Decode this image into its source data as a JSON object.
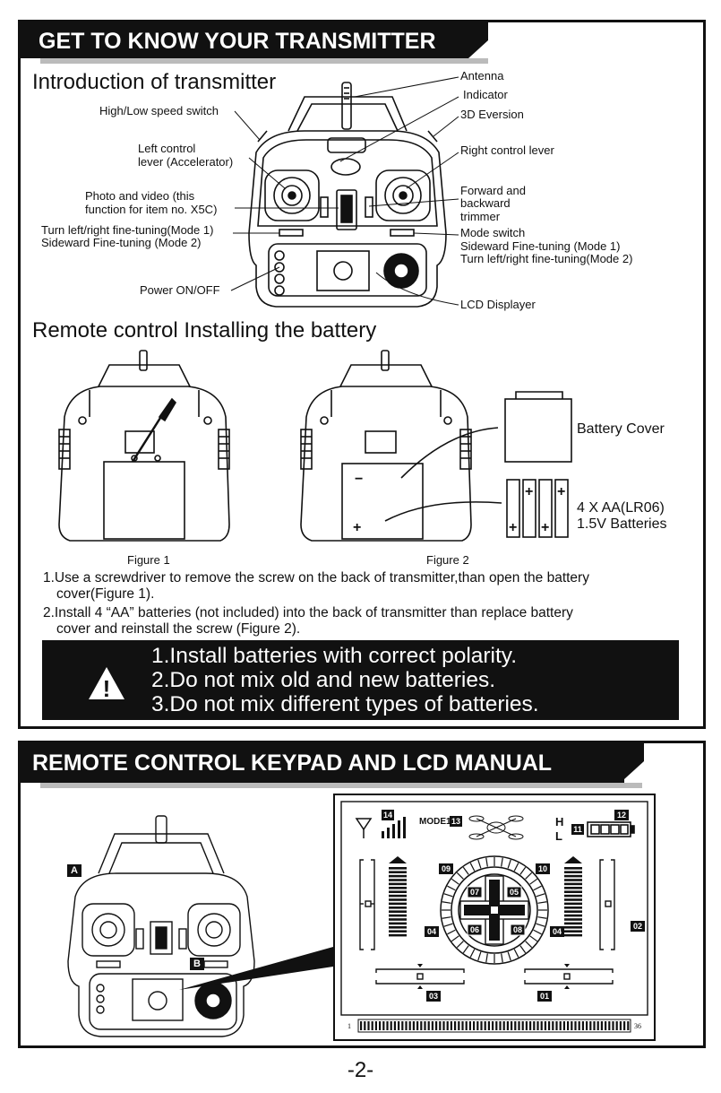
{
  "sections": {
    "transmitter": {
      "banner": "GET TO KNOW YOUR TRANSMITTER",
      "intro_heading": "Introduction of transmitter",
      "callouts": {
        "antenna": "Antenna",
        "indicator": "Indicator",
        "eversion_3d": "3D Eversion",
        "high_low_switch": "High/Low speed switch",
        "left_lever_1": "Left control",
        "left_lever_2": "lever (Accelerator)",
        "right_lever": "Right control lever",
        "photo_video_1": "Photo and video (this",
        "photo_video_2": "function for item no. X5C)",
        "fwd_back_1": "Forward and",
        "fwd_back_2": "backward",
        "fwd_back_3": "trimmer",
        "turn_left_right_1": "Turn left/right fine-tuning(Mode 1)",
        "turn_left_right_2": "Sideward Fine-tuning (Mode 2)",
        "mode_switch_1": "Mode switch",
        "mode_switch_2": "Sideward Fine-tuning (Mode 1)",
        "mode_switch_3": "Turn left/right fine-tuning(Mode 2)",
        "power": "Power ON/OFF",
        "lcd": "LCD Displayer"
      },
      "battery_heading": "Remote control Installing the battery",
      "battery_cover": "Battery Cover",
      "batteries_1": "4 X AA(LR06)",
      "batteries_2": "1.5V Batteries",
      "figure1": "Figure 1",
      "figure2": "Figure 2",
      "instructions": [
        "1.Use a screwdriver to remove the screw on the back of transmitter,than open the battery",
        "cover(Figure 1).",
        "2.Install 4 “AA” batteries (not included) into the back of transmitter than replace battery",
        "cover and reinstall the screw (Figure 2)."
      ],
      "warnings": [
        "1.Install batteries with correct polarity.",
        "2.Do not mix old and new batteries.",
        "3.Do not mix different types of batteries."
      ],
      "warning_glyph": "!"
    },
    "keypad": {
      "banner": "REMOTE CONTROL KEYPAD AND LCD MANUAL",
      "label_a": "A",
      "label_b": "B",
      "lcd": {
        "mode_label": "MODE1",
        "high_label": "H",
        "low_label": "L",
        "scale_start": "1",
        "scale_end": "36",
        "numbers": [
          "01",
          "02",
          "03",
          "04",
          "05",
          "06",
          "07",
          "08",
          "09",
          "10",
          "11",
          "12",
          "13",
          "14"
        ]
      }
    }
  },
  "page_number": "-2-"
}
